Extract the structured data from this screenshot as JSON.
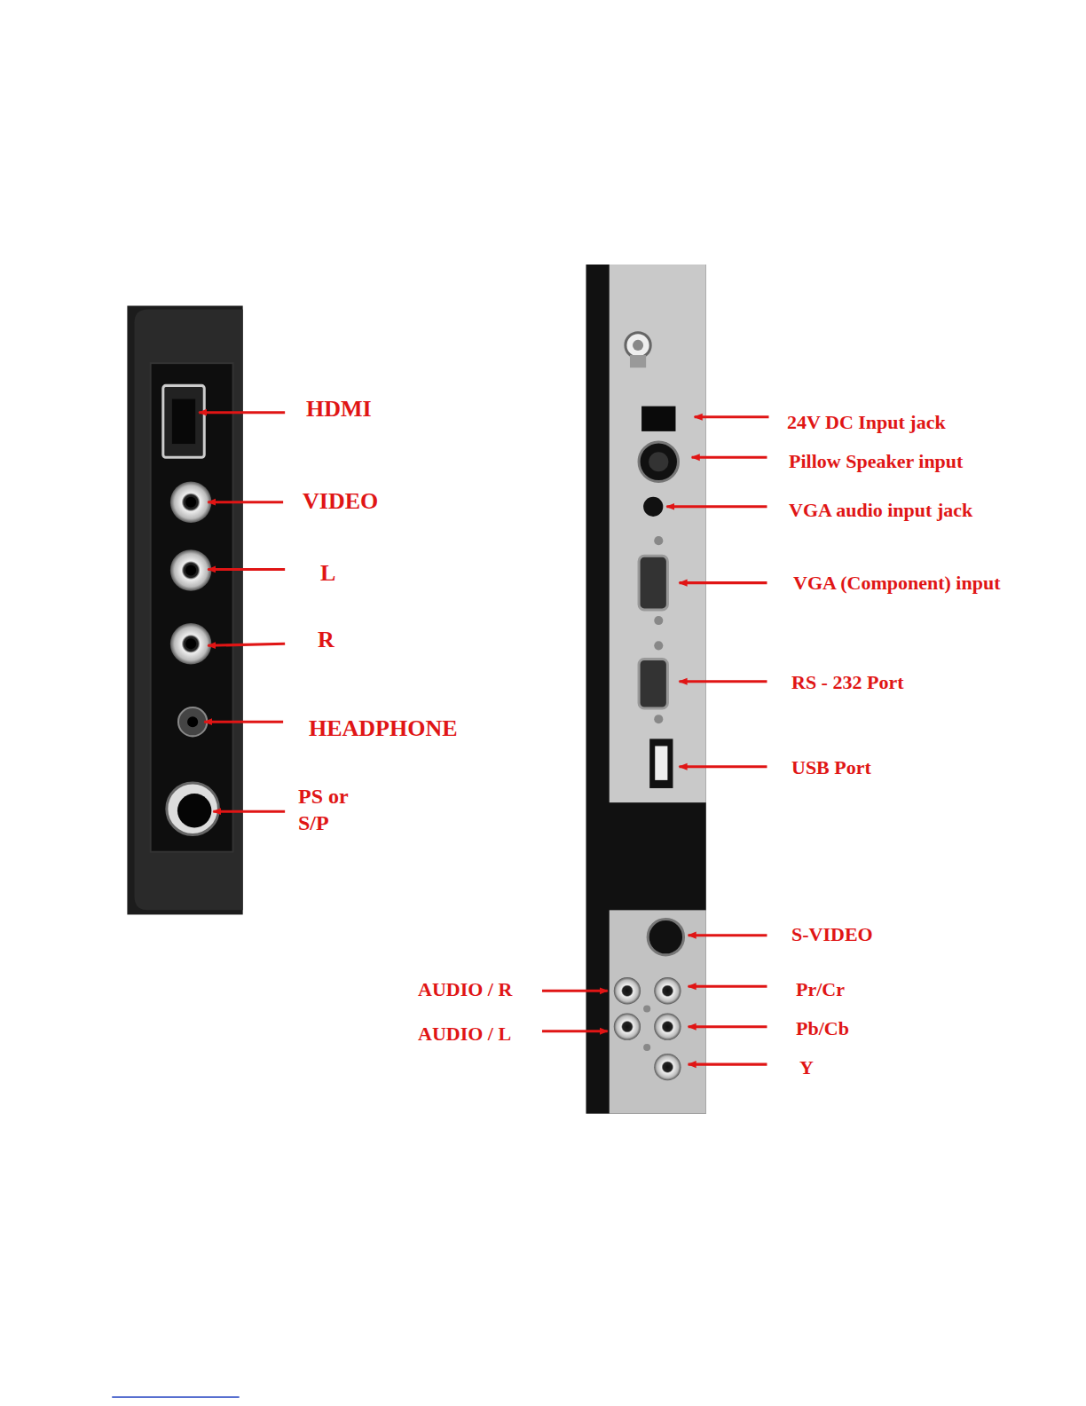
{
  "diagram": {
    "labels": [
      "HDMI",
      "VIDEO",
      "L",
      "R",
      "HEADPHONE",
      "PS or S/P",
      "24V DC Input jack",
      "Pillow Speaker input",
      "VGA audio input jack",
      "VGA (Component) input",
      "RS - 232 Port",
      "USB Port",
      "S-VIDEO",
      "AUDIO / R",
      "Pr/Cr",
      "AUDIO / L",
      "Pb/Cb",
      "Y"
    ]
  }
}
